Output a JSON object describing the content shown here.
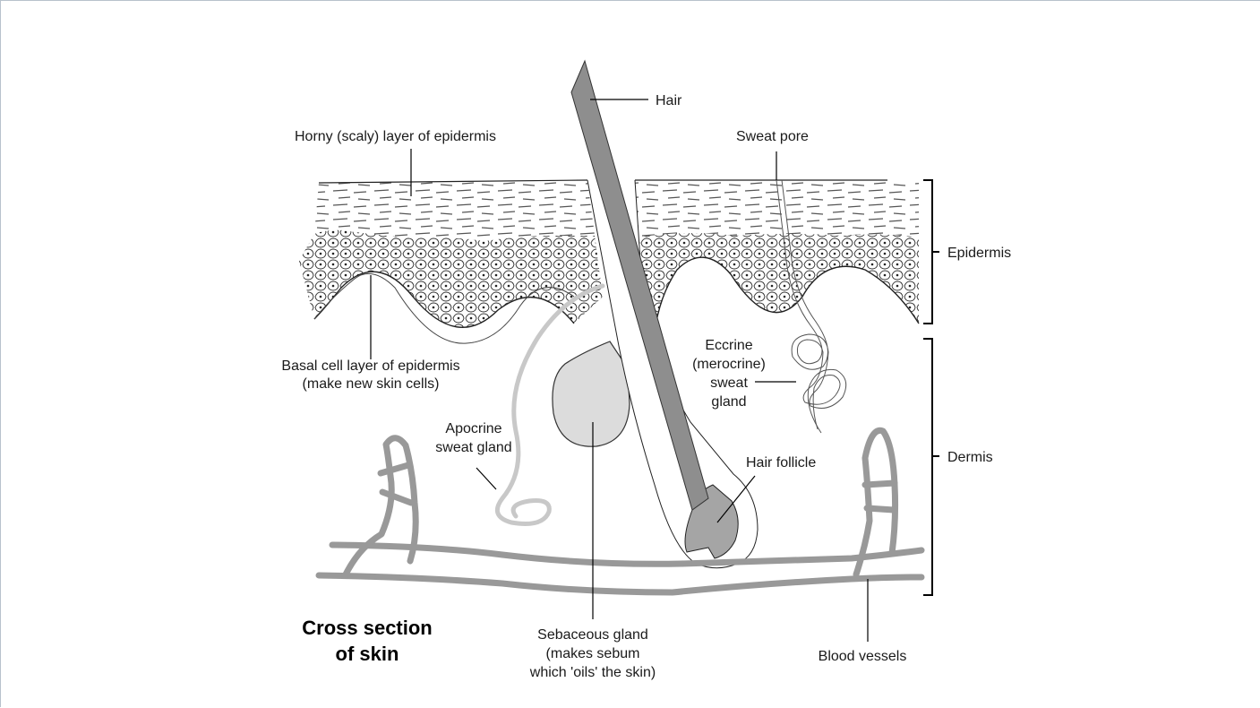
{
  "title": {
    "line1": "Cross section",
    "line2": "of skin"
  },
  "labels": {
    "hair": "Hair",
    "horny_layer": "Horny (scaly) layer of epidermis",
    "sweat_pore": "Sweat pore",
    "epidermis": "Epidermis",
    "basal_line1": "Basal cell layer of epidermis",
    "basal_line2": "(make new skin cells)",
    "eccrine_line1": "Eccrine",
    "eccrine_line2": "(merocrine)",
    "eccrine_line3": "sweat",
    "eccrine_line4": "gland",
    "apocrine_line1": "Apocrine",
    "apocrine_line2": "sweat gland",
    "dermis": "Dermis",
    "hair_follicle": "Hair follicle",
    "sebaceous_line1": "Sebaceous gland",
    "sebaceous_line2": "(makes sebum",
    "sebaceous_line3": "which 'oils' the skin)",
    "blood_vessels": "Blood vessels"
  },
  "colors": {
    "hair_shaft": "#8e8e8e",
    "follicle_fill": "#a5a5a5",
    "sebaceous_fill": "#dcdcdc",
    "vessels": "#999999",
    "apocrine_gland": "#c8c8c8"
  }
}
